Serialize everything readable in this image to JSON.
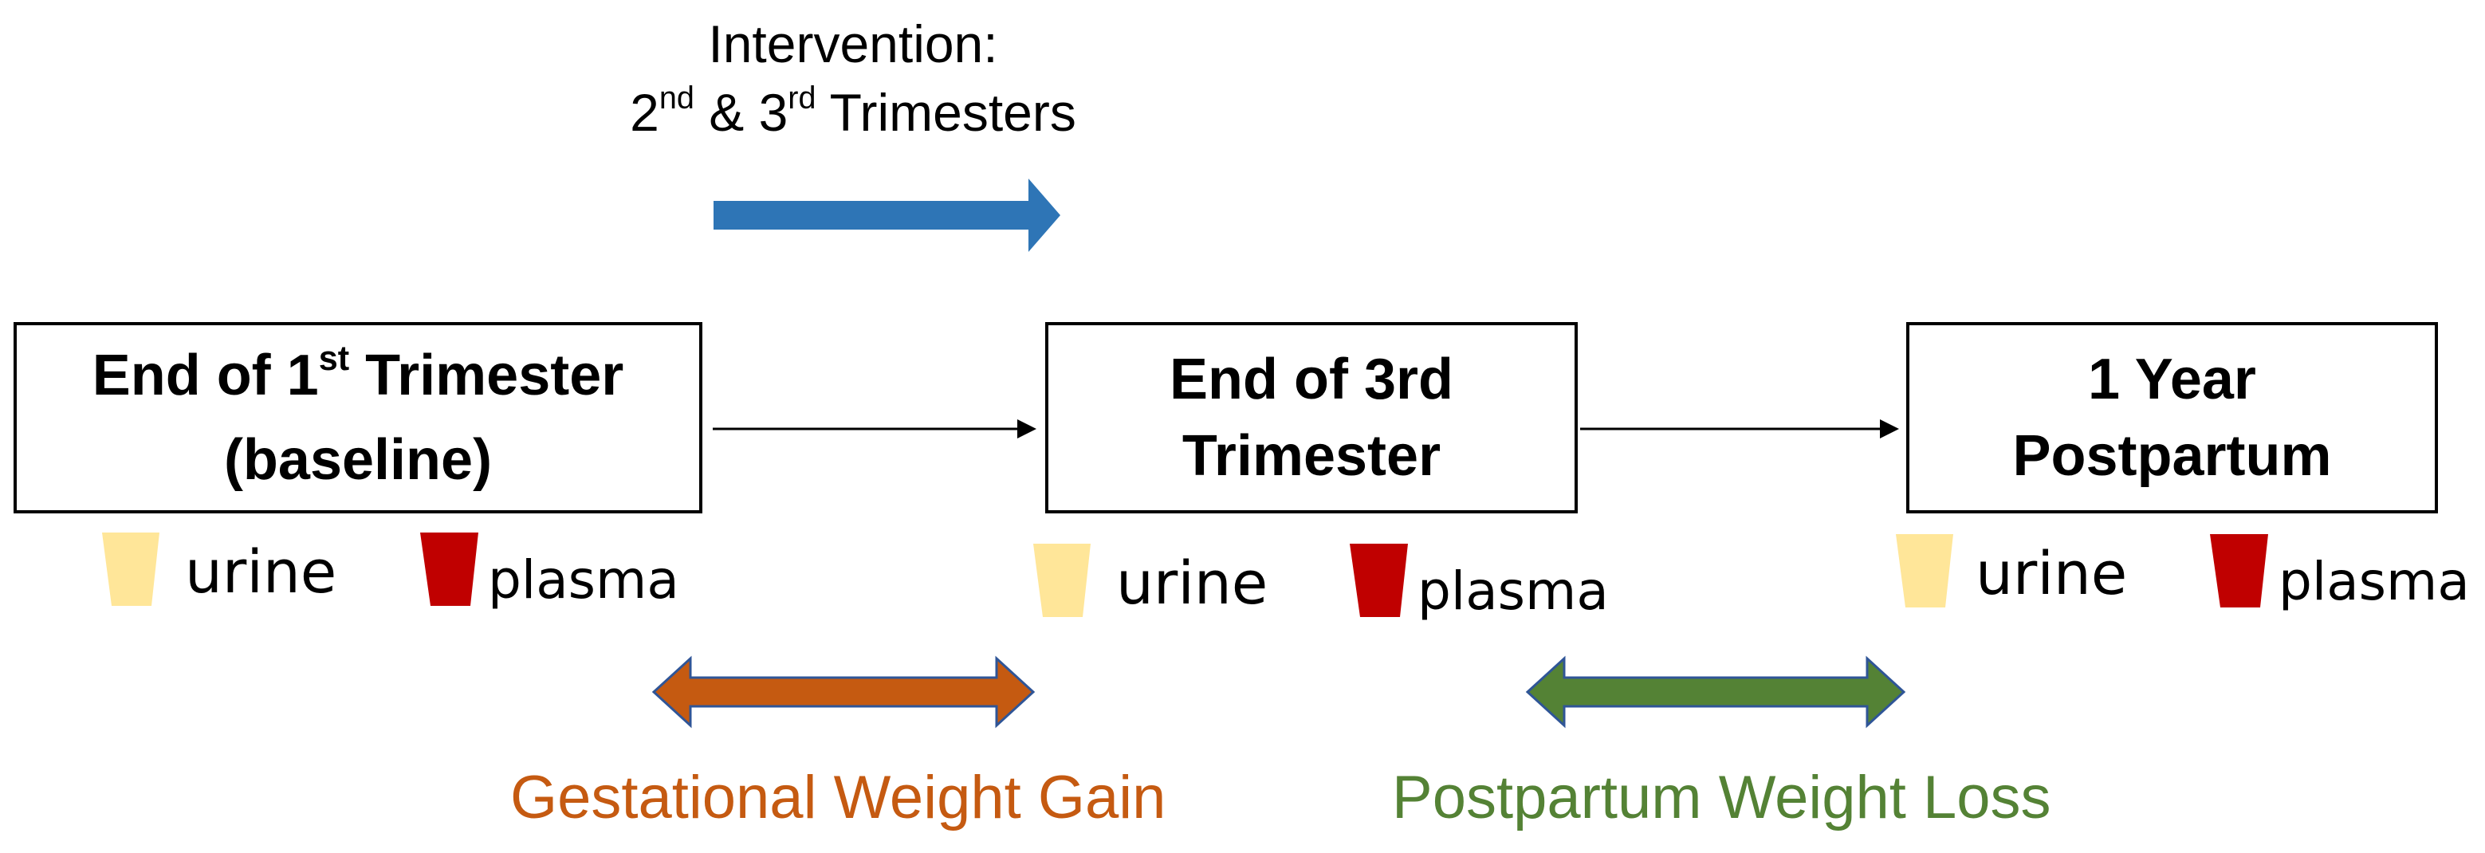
{
  "intervention": {
    "line1": "Intervention:",
    "line2_prefix": "2",
    "line2_sup1": "nd",
    "line2_mid": " & 3",
    "line2_sup2": "rd",
    "line2_suffix": " Trimesters"
  },
  "stages": [
    {
      "line1_prefix": "End of 1",
      "line1_sup": "st",
      "line1_suffix": " Trimester",
      "line2": "(baseline)"
    },
    {
      "line1": "End of 3rd",
      "line2": "Trimester"
    },
    {
      "line1": "1 Year",
      "line2": "Postpartum"
    }
  ],
  "samples": [
    {
      "urine": "urine",
      "plasma": "plasma"
    },
    {
      "urine": "urine",
      "plasma": "plasma"
    },
    {
      "urine": "urine",
      "plasma": "plasma"
    }
  ],
  "weight": {
    "gain_label": "Gestational Weight Gain",
    "loss_label": "Postpartum Weight Loss"
  },
  "colors": {
    "intervention_arrow": "#2e75b6",
    "gain": "#c55a11",
    "loss": "#548235",
    "double_arrow_outline": "#2f5597",
    "urine_cup": "#ffe699",
    "plasma_cup": "#c00000",
    "timeline_line": "#000000"
  }
}
